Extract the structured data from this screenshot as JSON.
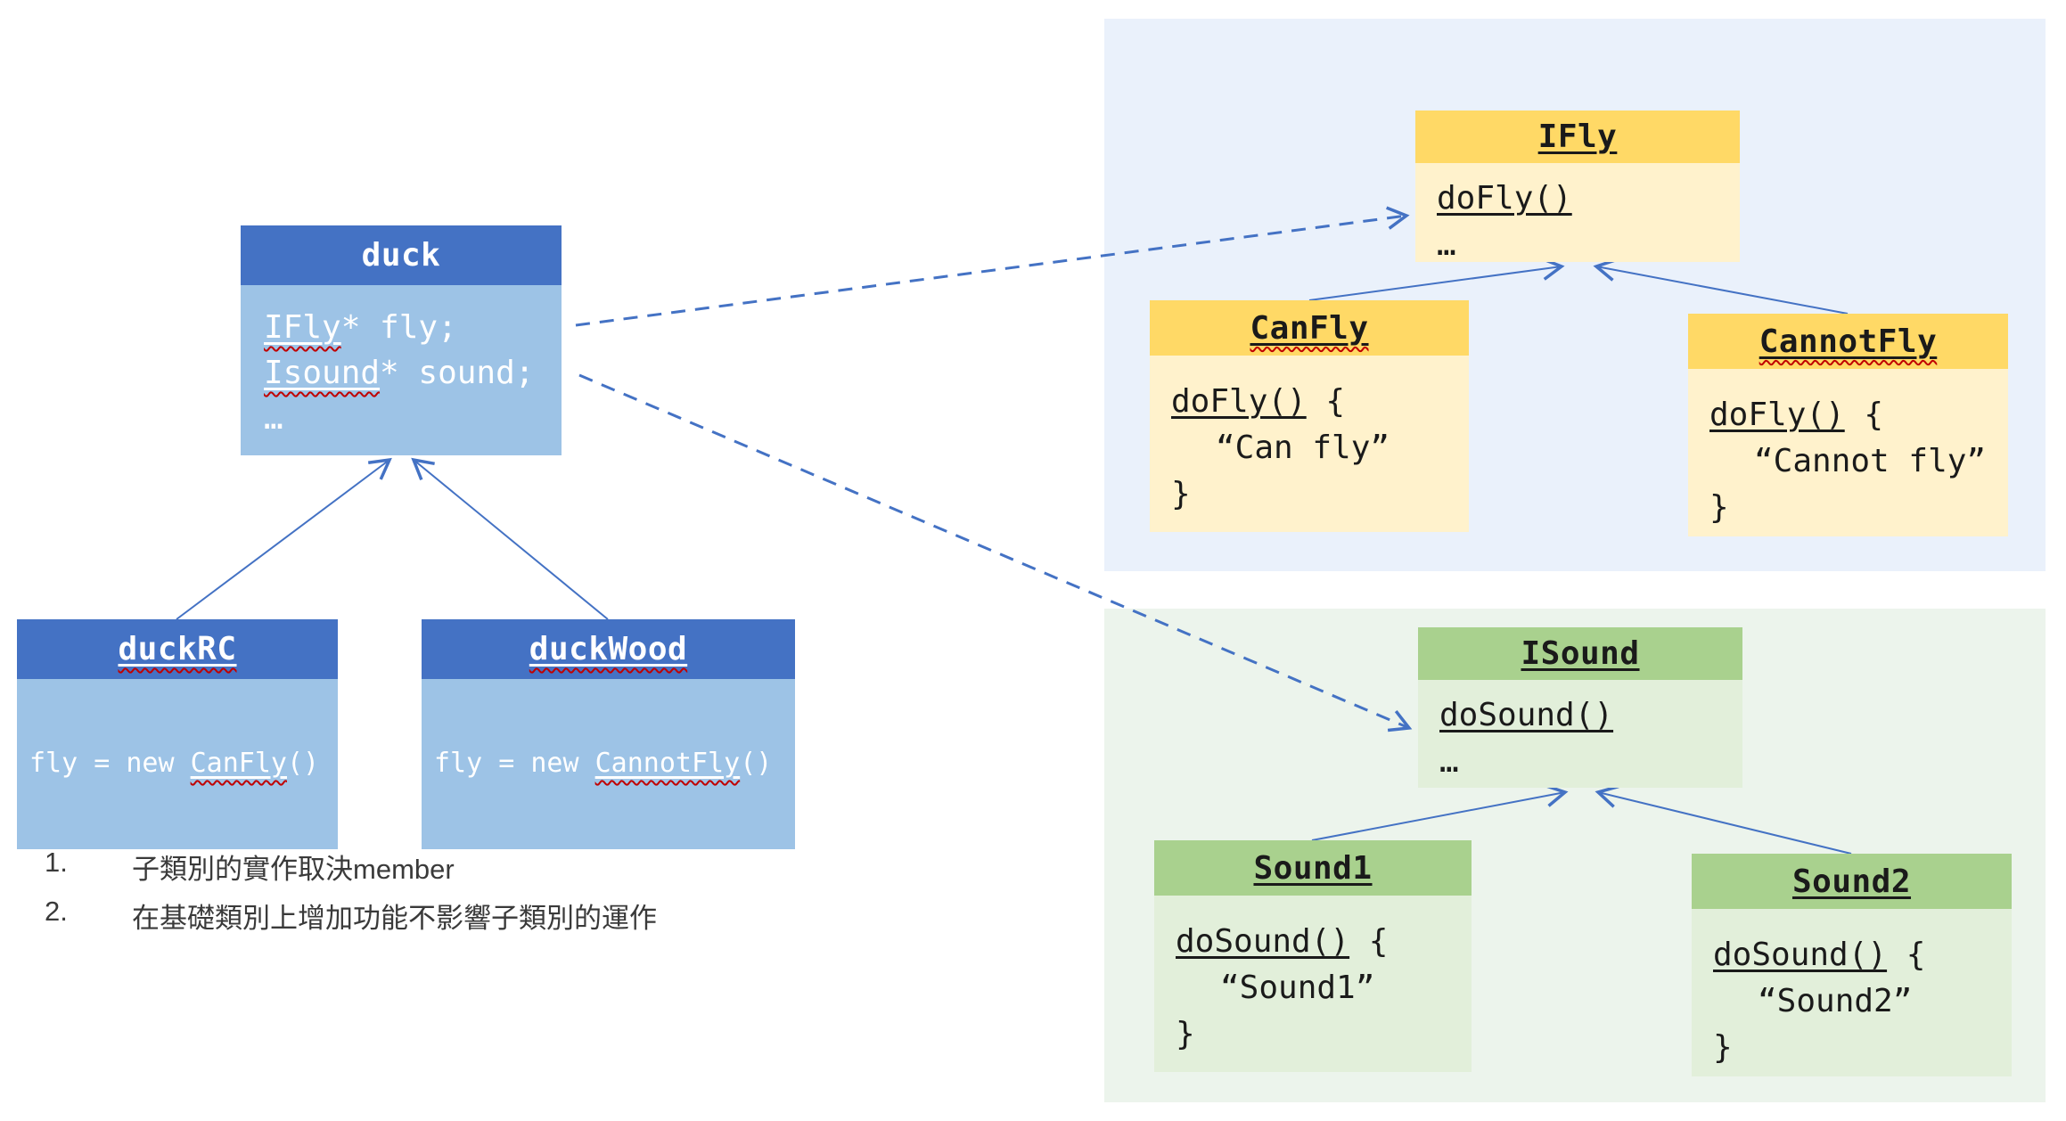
{
  "diagram": {
    "duck": {
      "title": "duck",
      "fly_ident": "IFly",
      "fly_rest": "* fly;",
      "sound_ident": "Isound",
      "sound_rest": "* sound;",
      "more": "…"
    },
    "duck_rc": {
      "title": "duckRC",
      "body_pre": "fly = new ",
      "body_ident": "CanFly",
      "body_post": "()"
    },
    "duck_wood": {
      "title": "duckWood",
      "body_pre": "fly = new ",
      "body_ident": "CannotFly",
      "body_post": "()"
    },
    "ifly": {
      "title": "IFly",
      "method": "doFly()",
      "more": "…"
    },
    "can_fly": {
      "title": "CanFly",
      "sig": "doFly()",
      "sig_rest": " {",
      "quote": "“Can fly”",
      "close": "}"
    },
    "cannot_fly": {
      "title": "CannotFly",
      "sig": "doFly()",
      "sig_rest": " {",
      "quote": "“Cannot fly”",
      "close": "}"
    },
    "isound": {
      "title": "ISound",
      "method": "doSound()",
      "more": "…"
    },
    "sound1": {
      "title": "Sound1",
      "sig": "doSound()",
      "sig_rest": " {",
      "quote": "“Sound1”",
      "close": "}"
    },
    "sound2": {
      "title": "Sound2",
      "sig": "doSound()",
      "sig_rest": " {",
      "quote": "“Sound2”",
      "close": "}"
    }
  },
  "notes": [
    {
      "num": "1.",
      "text": "子類別的實作取決member"
    },
    {
      "num": "2.",
      "text": "在基礎類別上增加功能不影響子類別的運作"
    }
  ],
  "colors": {
    "header_blue": "#4472C4",
    "body_blue": "#9DC3E6",
    "header_gold": "#FFD966",
    "body_gold": "#FFF2CC",
    "header_green": "#A9D18E",
    "body_green": "#E2EFDA",
    "panel_blue": "#EAF1FB",
    "panel_green": "#ECF4EC",
    "arrow": "#4472C4",
    "squiggle": "#C00000"
  }
}
